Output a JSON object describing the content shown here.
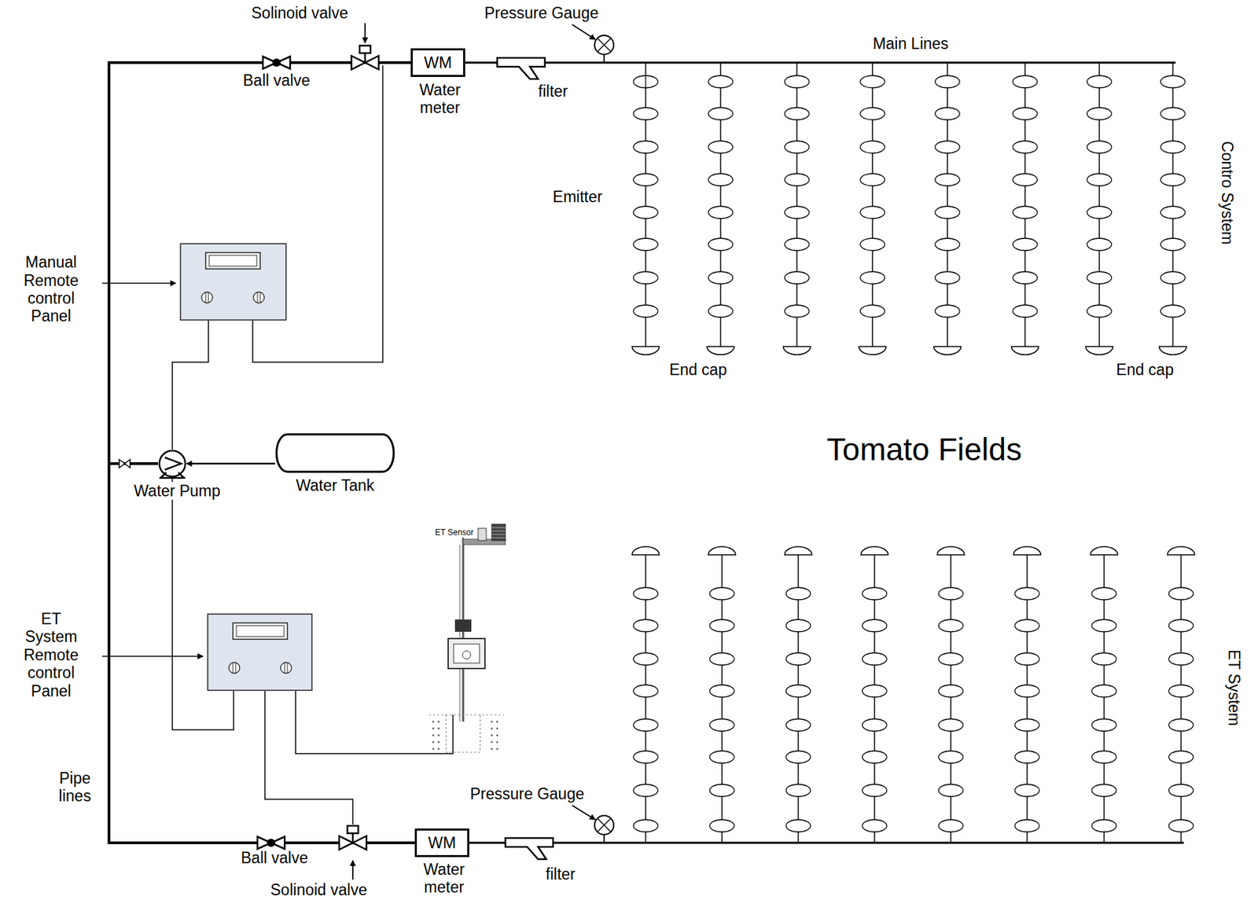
{
  "diagram": {
    "nodes": [
      {
        "text": [
          "WM",
          "Water meter"
        ]
      },
      {
        "text": [
          "Manual Remote control Panel"
        ]
      },
      {
        "text": [
          "Water Pump"
        ]
      },
      {
        "text": [
          "Water Tank"
        ]
      },
      {
        "text": [
          "ET System Remote control Panel"
        ]
      },
      {
        "text": [
          "WM",
          "Water meter"
        ]
      }
    ],
    "edges": [
      {
        "from": 1,
        "to": 2,
        "arrow": "none"
      },
      {
        "from": 2,
        "to": 4,
        "arrow": "none"
      },
      {
        "from": 3,
        "to": 2,
        "arrow": "to"
      },
      {
        "from": 2,
        "to": 0,
        "arrow": "none"
      },
      {
        "from": 2,
        "to": 5,
        "arrow": "none"
      }
    ],
    "labels": [
      "Solinoid valve",
      "Ball valve",
      "Pressure Gauge",
      "filter",
      "Main Lines",
      "Emitter",
      "End cap",
      "End cap",
      "Contro System",
      "Tomato Fields",
      "ET Sensor",
      "ET System",
      "Pipe lines",
      "Pressure Gauge",
      "Ball valve",
      "Solinoid valve",
      "filter"
    ]
  }
}
